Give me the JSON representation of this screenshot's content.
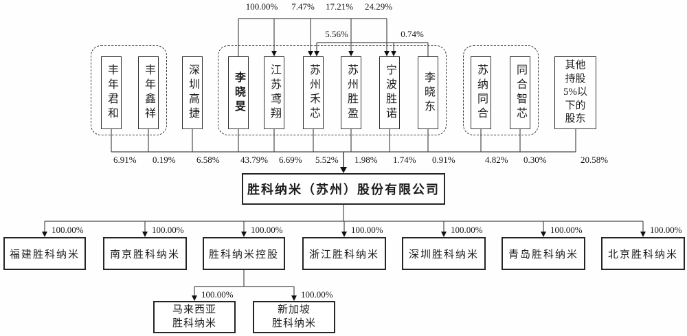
{
  "company": {
    "name": "胜科纳米（苏州）股份有限公司"
  },
  "shareholders": {
    "items": [
      {
        "name": "丰年君和",
        "percent": "6.91%"
      },
      {
        "name": "丰年鑫祥",
        "percent": "0.19%"
      },
      {
        "name": "深圳高捷",
        "percent": "6.58%"
      },
      {
        "name": "李晓旻",
        "percent": "43.79%"
      },
      {
        "name": "江苏鸢翔",
        "percent": "6.69%"
      },
      {
        "name": "苏州禾芯",
        "percent": "5.52%"
      },
      {
        "name": "苏州胜盈",
        "percent": "1.98%"
      },
      {
        "name": "宁波胜诺",
        "percent": "1.74%"
      },
      {
        "name": "李晓东",
        "percent": "0.91%"
      },
      {
        "name": "苏纳同合",
        "percent": "4.82%"
      },
      {
        "name": "同合智芯",
        "percent": "0.30%"
      },
      {
        "name": "其他持股5%以下的股东",
        "display": "其他\n持股\n5%以\n下的\n股东",
        "percent": "20.58%"
      }
    ]
  },
  "cross_holdings": {
    "items": [
      {
        "holder": "李晓旻",
        "target": "江苏鸢翔",
        "percent": "100.00%"
      },
      {
        "holder": "李晓旻",
        "target": "苏州禾芯",
        "percent": "7.47%"
      },
      {
        "holder": "李晓旻",
        "target": "苏州胜盈",
        "percent": "17.21%"
      },
      {
        "holder": "李晓旻",
        "target": "宁波胜诺",
        "percent": "24.29%"
      },
      {
        "holder": "李晓东",
        "target": "苏州禾芯",
        "percent": "5.56%"
      },
      {
        "holder": "李晓东",
        "target": "宁波胜诺",
        "percent": "0.74%"
      }
    ]
  },
  "subsidiaries": {
    "items": [
      {
        "name": "福建胜科纳米",
        "percent": "100.00%"
      },
      {
        "name": "南京胜科纳米",
        "percent": "100.00%"
      },
      {
        "name": "胜科纳米控股",
        "percent": "100.00%"
      },
      {
        "name": "浙江胜科纳米",
        "percent": "100.00%"
      },
      {
        "name": "深圳胜科纳米",
        "percent": "100.00%"
      },
      {
        "name": "青岛胜科纳米",
        "percent": "100.00%"
      },
      {
        "name": "北京胜科纳米",
        "percent": "100.00%"
      }
    ]
  },
  "sub_subsidiaries": {
    "items": [
      {
        "name": "马来西亚胜科纳米",
        "display": "马来西亚\n胜科纳米",
        "percent": "100.00%",
        "parent": "胜科纳米控股"
      },
      {
        "name": "新加坡胜科纳米",
        "display": "新加坡\n胜科纳米",
        "percent": "100.00%",
        "parent": "胜科纳米控股"
      }
    ]
  }
}
